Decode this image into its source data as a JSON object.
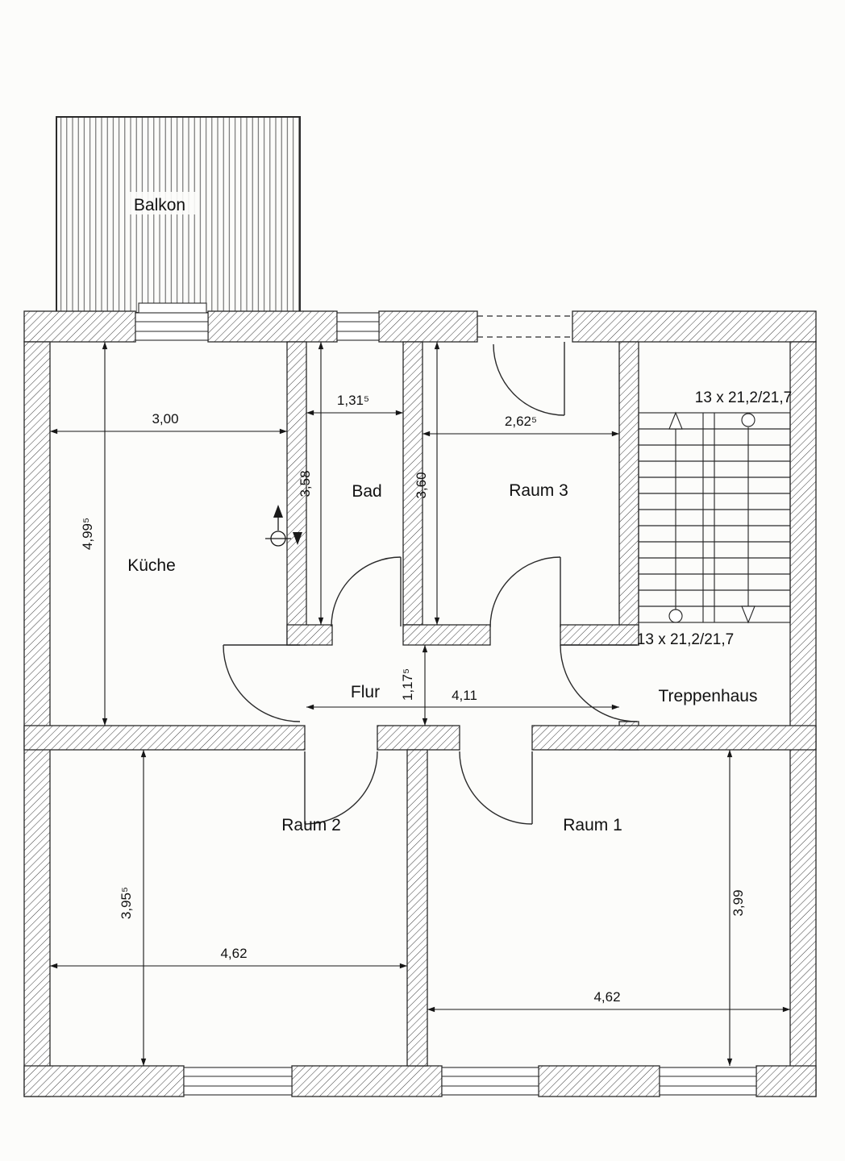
{
  "rooms": {
    "balkon": {
      "label": "Balkon"
    },
    "kueche": {
      "label": "Küche",
      "width": "3,00",
      "height": "4,99⁵"
    },
    "bad": {
      "label": "Bad",
      "width": "1,31⁵",
      "height": "3,58"
    },
    "raum3": {
      "label": "Raum 3",
      "width": "2,62⁵",
      "height": "3,60"
    },
    "flur": {
      "label": "Flur",
      "width": "4,11",
      "height": "1,17⁵"
    },
    "treppenhaus": {
      "label": "Treppenhaus"
    },
    "raum2": {
      "label": "Raum 2",
      "width": "4,62",
      "height": "3,95⁵"
    },
    "raum1": {
      "label": "Raum 1",
      "width": "4,62",
      "height": "3,99"
    }
  },
  "stairs": {
    "upper_label": "13 x 21,2/21,7",
    "lower_label": "13 x 21,2/21,7"
  }
}
